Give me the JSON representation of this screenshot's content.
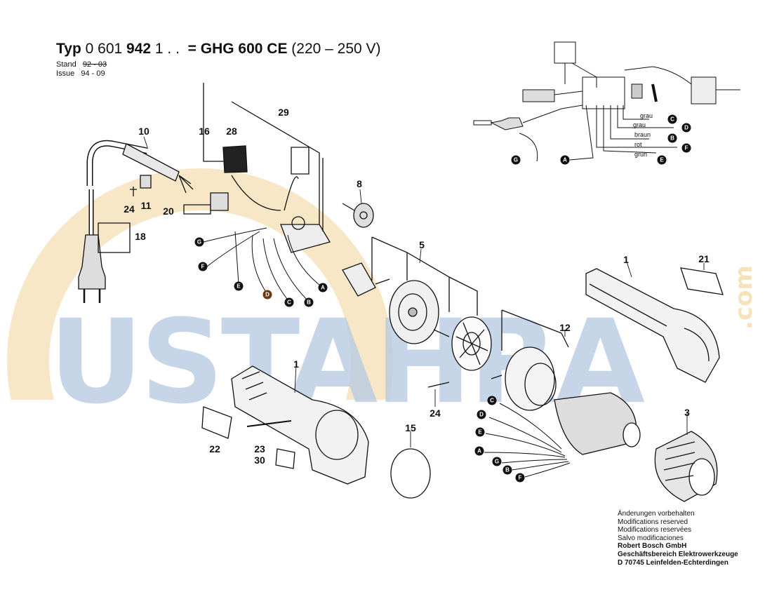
{
  "header": {
    "typ_prefix": "Typ",
    "part_no_a": "0 601",
    "part_no_b": "942",
    "part_no_c": "1 . .",
    "equals": "=",
    "model": "GHG 600 CE",
    "voltage": "(220 – 250 V)",
    "stand_label": "Stand",
    "stand_value": "92 - 03",
    "issue_label": "Issue",
    "issue_value": "94 - 09"
  },
  "watermark": {
    "main": "USTAHRA",
    "side": ".com",
    "color_blue": "#b9cbe3",
    "color_orange": "#f6dfb4"
  },
  "part_labels": {
    "p10": "10",
    "p16": "16",
    "p28": "28",
    "p29": "29",
    "p8": "8",
    "p24a": "24",
    "p11": "11",
    "p20": "20",
    "p18": "18",
    "p5": "5",
    "p1a": "1",
    "p21": "21",
    "p12": "12",
    "p1b": "1",
    "p24b": "24",
    "p3": "3",
    "p22": "22",
    "p23": "23",
    "p30": "30",
    "p15": "15"
  },
  "wire_colors": {
    "grau1": "grau",
    "grau2": "grau",
    "braun": "braun",
    "rot": "rot",
    "gruen": "grün"
  },
  "connectors": {
    "c_top": "C",
    "d_top": "D",
    "b_top": "B",
    "f_top": "F",
    "e_top": "E",
    "g_top": "G",
    "a_top": "A",
    "g_left": "G",
    "f_left": "F",
    "e_left": "E",
    "d_left": "D",
    "c_left": "C",
    "b_left": "B",
    "a_left": "A",
    "c_low": "C",
    "d_low": "D",
    "e_low": "E",
    "a_low": "A",
    "g_low": "G",
    "b_low": "B",
    "f_low": "F"
  },
  "footer": {
    "line1": "Änderungen vorbehalten",
    "line2": "Modifications reserved",
    "line3": "Modifications reservées",
    "line4": "Salvo modificaciones",
    "line5": "Robert Bosch GmbH",
    "line6": "Geschäftsbereich Elektrowerkzeuge",
    "line7": "D 70745 Leinfelden-Echterdingen"
  }
}
